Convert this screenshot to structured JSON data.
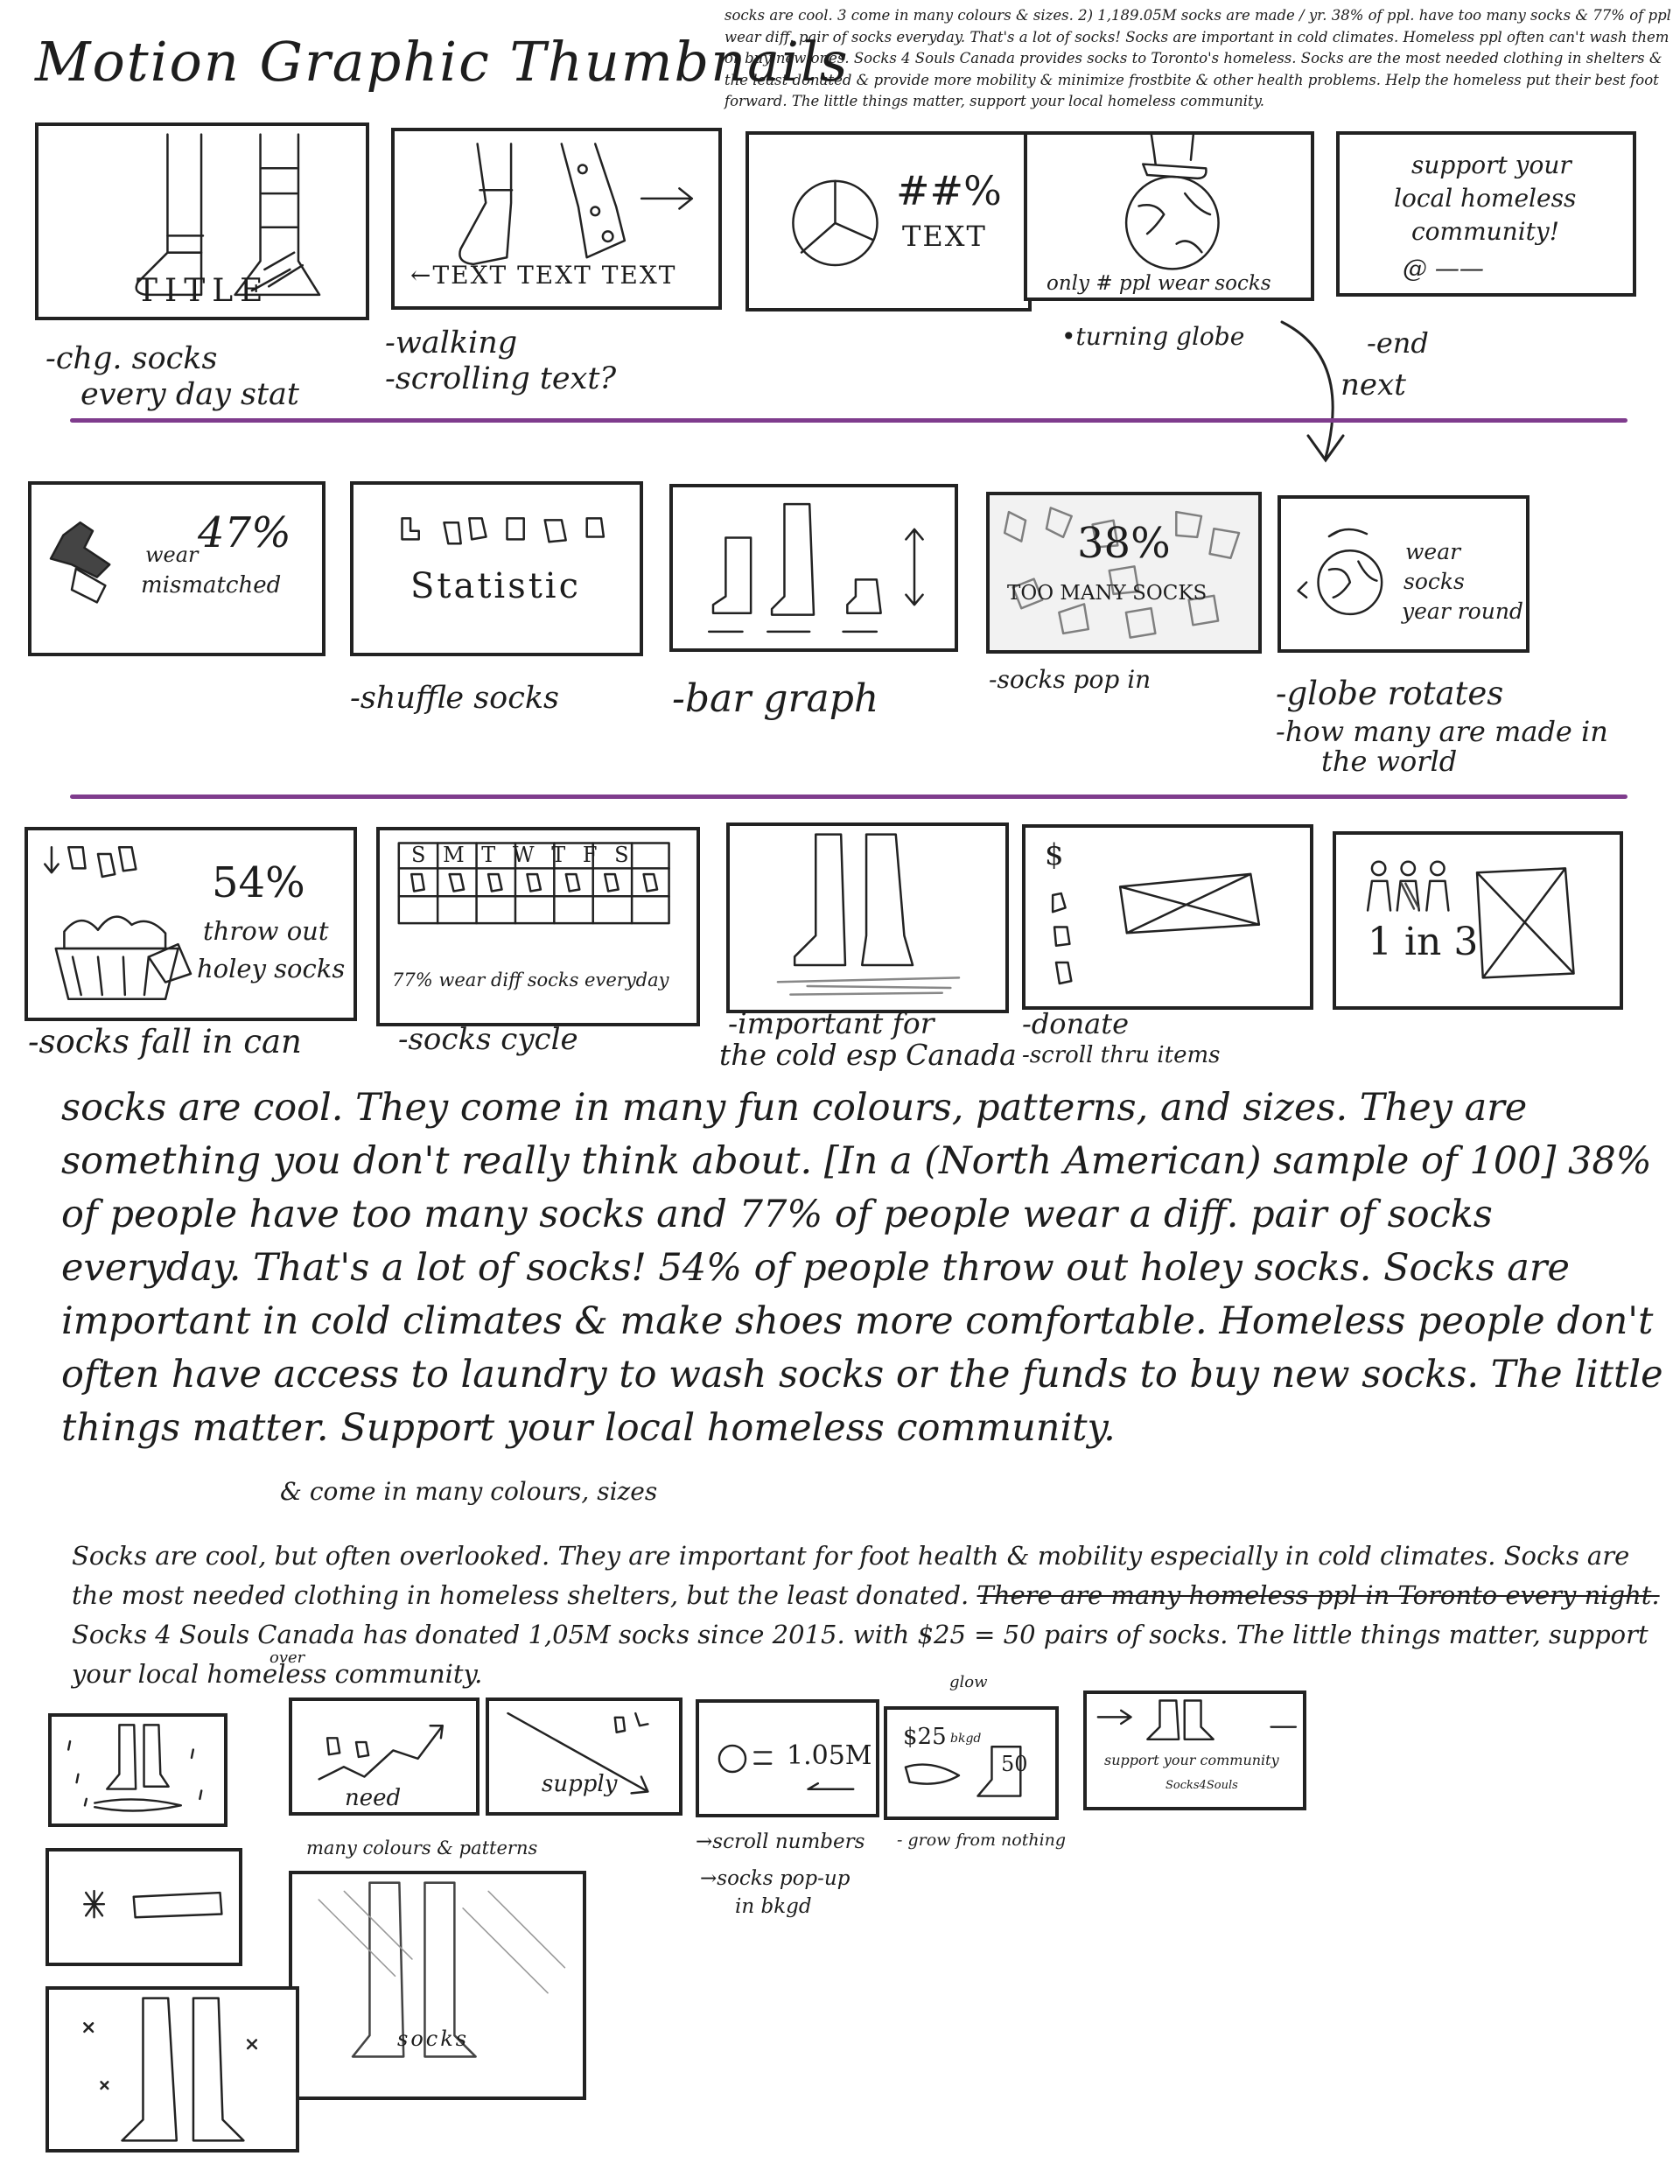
{
  "title": "Motion Graphic Thumbnails",
  "intro": {
    "lead": "socks are cool. 3 come in many colours & sizes.",
    "lead_extra": "2) 1,189.05M socks are made / yr. 38% of ppl. have too many socks & 77% of ppl wear diff. pair of socks everyday. That's a lot of socks! Socks are important in cold climates. Homeless ppl often can't wash them or buy new ones. Socks 4 Souls Canada provides socks to Toronto's homeless. Socks are the most needed clothing in shelters & the least donated & provide more mobility & minimize frostbite & other health problems. Help the homeless put their best foot forward. The little things matter, support your local homeless community."
  },
  "row1": {
    "frames": [
      {
        "text": "TITLE"
      },
      {
        "text": "←TEXT TEXT TEXT"
      },
      {
        "text_a": "##%",
        "text_b": "TEXT"
      },
      {
        "text": "only # ppl wear socks"
      },
      {
        "text_a": "support your",
        "text_b": "local homeless",
        "text_c": "community!",
        "text_d": "@ ——"
      }
    ],
    "notes": [
      {
        "line1": "-chg. socks",
        "line2": "every day stat"
      },
      {
        "line1": "-walking",
        "line2": "-scrolling text?"
      },
      {
        "line1": "•turning globe"
      },
      {
        "line1": "-end"
      }
    ],
    "next": "next"
  },
  "row2": {
    "frames": [
      {
        "text_a": "47%",
        "text_b": "wear",
        "text_c": "mismatched"
      },
      {
        "text": "Statistic"
      },
      {
        "text": ""
      },
      {
        "text_a": "38%",
        "text_b": "TOO MANY SOCKS"
      },
      {
        "text_a": "wear",
        "text_b": "socks",
        "text_c": "year round"
      }
    ],
    "notes": [
      {
        "line1": "-shuffle socks"
      },
      {
        "line1": "-bar graph"
      },
      {
        "line1": "-socks pop in"
      },
      {
        "line1": "-globe rotates",
        "line2": "-how many are made in",
        "line3": "the world"
      }
    ]
  },
  "row3": {
    "frames": [
      {
        "text_a": "54%",
        "text_b": "throw out",
        "text_c": "holey socks"
      },
      {
        "days": "S M T W T F S",
        "text": "77% wear diff socks everyday"
      },
      {
        "text": ""
      },
      {
        "text": "$"
      },
      {
        "text": "1 in 3"
      }
    ],
    "notes": [
      {
        "line1": "-socks fall in can"
      },
      {
        "line1": "-socks cycle"
      },
      {
        "line1": "-important for",
        "line2": "the cold esp Canada"
      },
      {
        "line1": "-donate",
        "line2": "-scroll thru items"
      }
    ]
  },
  "paragraph1": "socks are cool. They come in many fun colours, patterns, and sizes. They are something you don't really think about. [In a (North American) sample of 100] 38% of people have too many socks and 77% of people wear a diff. pair of socks everyday. That's a lot of socks! 54% of people throw out holey socks. Socks are important in cold climates & make shoes more comfortable. Homeless people don't often have access to laundry to wash socks or the funds to buy new socks. The little things matter. Support your local homeless community.",
  "insertion": "& come in many colours, sizes",
  "insertion_over": "over",
  "paragraph2": {
    "part1": "Socks are cool, but often overlooked. They are important for foot health & mobility especially in cold climates. Socks are the most needed clothing in homeless shelters, but the least donated.",
    "struck": "There are many homeless ppl in Toronto every night.",
    "part2": "Socks 4 Souls Canada has donated 1,05M socks since 2015. with $25 = 50 pairs of socks. The little things matter, support your local homeless community."
  },
  "row4": {
    "frames": [
      {
        "text": ""
      },
      {
        "text": "need"
      },
      {
        "text": "supply"
      },
      {
        "text": "1.05M"
      },
      {
        "text_a": "$25",
        "text_b": "50",
        "glow": "glow",
        "bkgd": "bkgd"
      },
      {
        "text_a": "support your community",
        "text_b": "Socks4Souls"
      }
    ],
    "notes": {
      "patterns": "many colours & patterns",
      "scroll_numbers": "→scroll numbers",
      "socks_pop": "→socks pop-up",
      "in_bkgd": "in bkgd",
      "grow": "- grow from nothing"
    },
    "extra_frames": [
      {
        "text": ""
      },
      {
        "text": "socks"
      },
      {
        "text": ""
      }
    ]
  }
}
